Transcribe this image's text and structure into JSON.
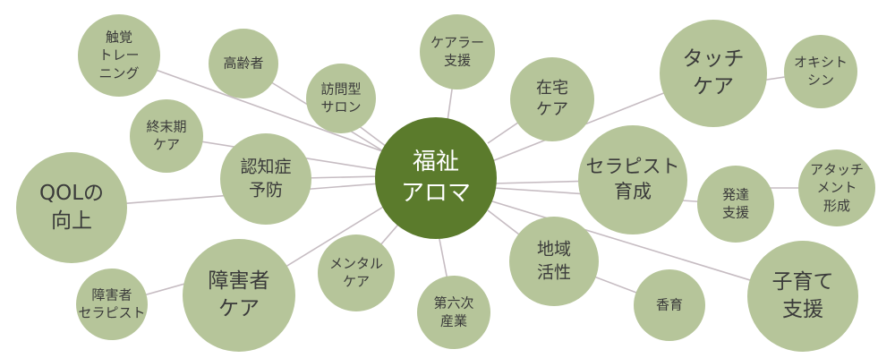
{
  "center": {
    "lines": [
      "福祉",
      "アロマ"
    ]
  },
  "nodes": [
    {
      "id": "touch-training",
      "lines": [
        "触覚",
        "トレー",
        "ニング"
      ]
    },
    {
      "id": "elderly",
      "lines": [
        "高齢者"
      ]
    },
    {
      "id": "visit-salon",
      "lines": [
        "訪問型",
        "サロン"
      ]
    },
    {
      "id": "carer-support",
      "lines": [
        "ケアラー",
        "支援"
      ]
    },
    {
      "id": "home-care",
      "lines": [
        "在宅",
        "ケア"
      ]
    },
    {
      "id": "touch-care",
      "lines": [
        "タッチ",
        "ケア"
      ]
    },
    {
      "id": "oxytocin",
      "lines": [
        "オキシト",
        "シン"
      ]
    },
    {
      "id": "end-of-life",
      "lines": [
        "終末期",
        "ケア"
      ]
    },
    {
      "id": "dementia",
      "lines": [
        "認知症",
        "予防"
      ]
    },
    {
      "id": "qol",
      "lines": [
        "QOLの",
        "向上"
      ]
    },
    {
      "id": "therapist-training",
      "lines": [
        "セラピスト",
        "育成"
      ]
    },
    {
      "id": "development-support",
      "lines": [
        "発達",
        "支援"
      ]
    },
    {
      "id": "attachment",
      "lines": [
        "アタッチ",
        "メント",
        "形成"
      ]
    },
    {
      "id": "mental-care",
      "lines": [
        "メンタル",
        "ケア"
      ]
    },
    {
      "id": "disability-care",
      "lines": [
        "障害者",
        "ケア"
      ]
    },
    {
      "id": "disabled-therapist",
      "lines": [
        "障害者",
        "セラピスト"
      ]
    },
    {
      "id": "sixth-industry",
      "lines": [
        "第六次",
        "産業"
      ]
    },
    {
      "id": "regional",
      "lines": [
        "地域",
        "活性"
      ]
    },
    {
      "id": "scent-education",
      "lines": [
        "香育"
      ]
    },
    {
      "id": "child-rearing",
      "lines": [
        "子育て",
        "支援"
      ]
    }
  ],
  "colors": {
    "node_fill": "#b6c59a",
    "center_fill": "#5b7b2c",
    "edge": "#c6bcc2",
    "node_text": "#3a3a3a",
    "center_text": "#ffffff"
  }
}
